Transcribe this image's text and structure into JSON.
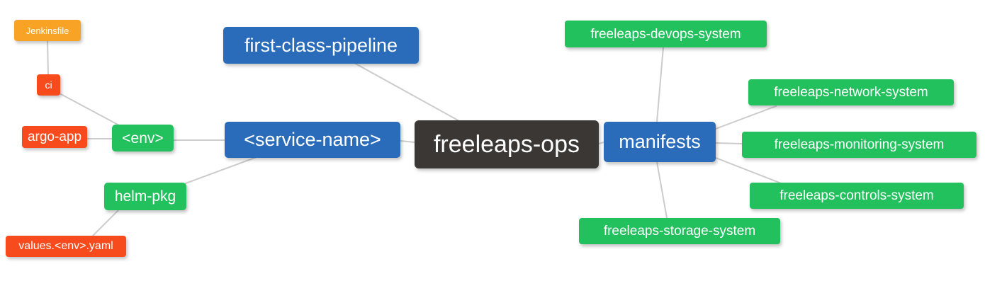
{
  "diagram": {
    "type": "mindmap",
    "root": "freeleaps-ops",
    "colors": {
      "blue": "#2a6cba",
      "green": "#22c15d",
      "orange": "#f9a326",
      "red": "#f84b1d",
      "dark": "#3b3734",
      "edge": "#cccccc",
      "background": "#ffffff"
    },
    "nodes": {
      "jenkinsfile": {
        "label": "Jenkinsfile",
        "color": "orange"
      },
      "ci": {
        "label": "ci",
        "color": "red"
      },
      "argo_app": {
        "label": "argo-app",
        "color": "red"
      },
      "env": {
        "label": "<env>",
        "color": "green"
      },
      "first_class": {
        "label": "first-class-pipeline",
        "color": "blue"
      },
      "service_name": {
        "label": "<service-name>",
        "color": "blue"
      },
      "freeleaps_ops": {
        "label": "freeleaps-ops",
        "color": "dark"
      },
      "manifests": {
        "label": "manifests",
        "color": "blue"
      },
      "devops_system": {
        "label": "freeleaps-devops-system",
        "color": "green"
      },
      "network_system": {
        "label": "freeleaps-network-system",
        "color": "green"
      },
      "monitoring_system": {
        "label": "freeleaps-monitoring-system",
        "color": "green"
      },
      "controls_system": {
        "label": "freeleaps-controls-system",
        "color": "green"
      },
      "storage_system": {
        "label": "freeleaps-storage-system",
        "color": "green"
      },
      "helm_pkg": {
        "label": "helm-pkg",
        "color": "green"
      },
      "values_env_yaml": {
        "label": "values.<env>.yaml",
        "color": "red"
      }
    },
    "edges": [
      [
        "jenkinsfile",
        "ci"
      ],
      [
        "ci",
        "env"
      ],
      [
        "argo_app",
        "env"
      ],
      [
        "env",
        "service_name"
      ],
      [
        "helm_pkg",
        "service_name"
      ],
      [
        "values_env_yaml",
        "helm_pkg"
      ],
      [
        "first_class",
        "freeleaps_ops"
      ],
      [
        "service_name",
        "freeleaps_ops"
      ],
      [
        "freeleaps_ops",
        "manifests"
      ],
      [
        "manifests",
        "devops_system"
      ],
      [
        "manifests",
        "network_system"
      ],
      [
        "manifests",
        "monitoring_system"
      ],
      [
        "manifests",
        "controls_system"
      ],
      [
        "manifests",
        "storage_system"
      ]
    ]
  }
}
